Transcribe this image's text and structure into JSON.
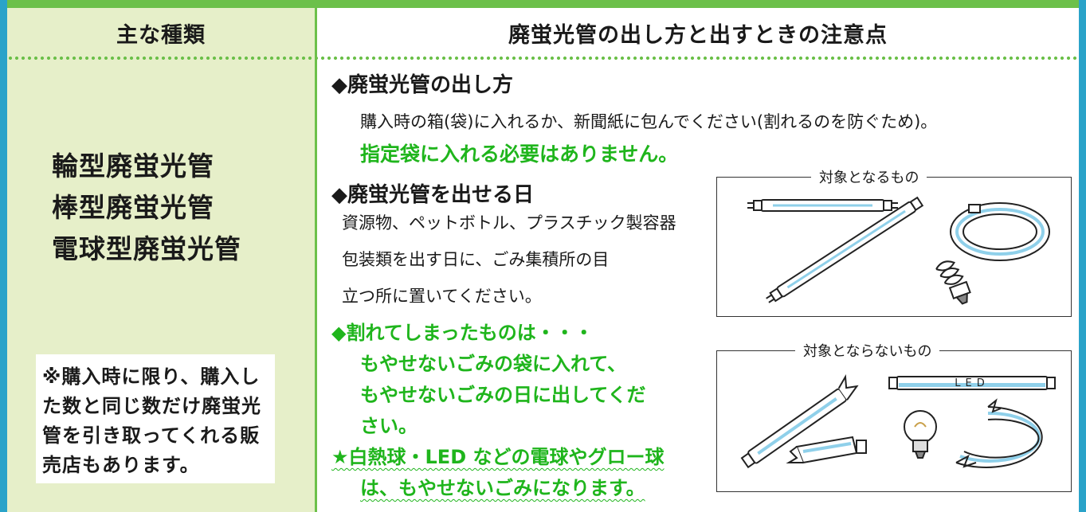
{
  "headers": {
    "left": "主な種類",
    "right": "廃蛍光管の出し方と出すときの注意点"
  },
  "types": [
    "輪型廃蛍光管",
    "棒型廃蛍光管",
    "電球型廃蛍光管"
  ],
  "note": {
    "lines": [
      "※購入時に限り、購入し",
      "た数と同じ数だけ廃蛍光",
      "管を引き取ってくれる販",
      "売店もあります。"
    ]
  },
  "how_to": {
    "heading": "◆廃蛍光管の出し方",
    "text": "購入時の箱(袋)に入れるか、新聞紙に包んでください(割れるのを防ぐため)。",
    "green": "指定袋に入れる必要はありません。"
  },
  "day": {
    "heading": "◆廃蛍光管を出せる日",
    "lines": [
      "資源物、ペットボトル、プラスチック製容器",
      "包装類を出す日に、ごみ集積所の目",
      "立つ所に置いてください。"
    ]
  },
  "broken": {
    "lines": [
      "◆割れてしまったものは・・・",
      "もやせないごみの袋に入れて、",
      "もやせないごみの日に出してくだ",
      "さい。"
    ]
  },
  "bulbs": {
    "lines": [
      "★白熱球・LED などの電球やグロー球",
      "は、もやせないごみになります。"
    ]
  },
  "targets": {
    "label": "対象となるもの"
  },
  "non_targets": {
    "label": "対象とならないもの",
    "led_text": "LED"
  },
  "colors": {
    "accent_green": "#6cc04a",
    "text_green": "#1fb51c",
    "frame_blue": "#2aa3c9",
    "left_bg": "#e6efc9"
  }
}
